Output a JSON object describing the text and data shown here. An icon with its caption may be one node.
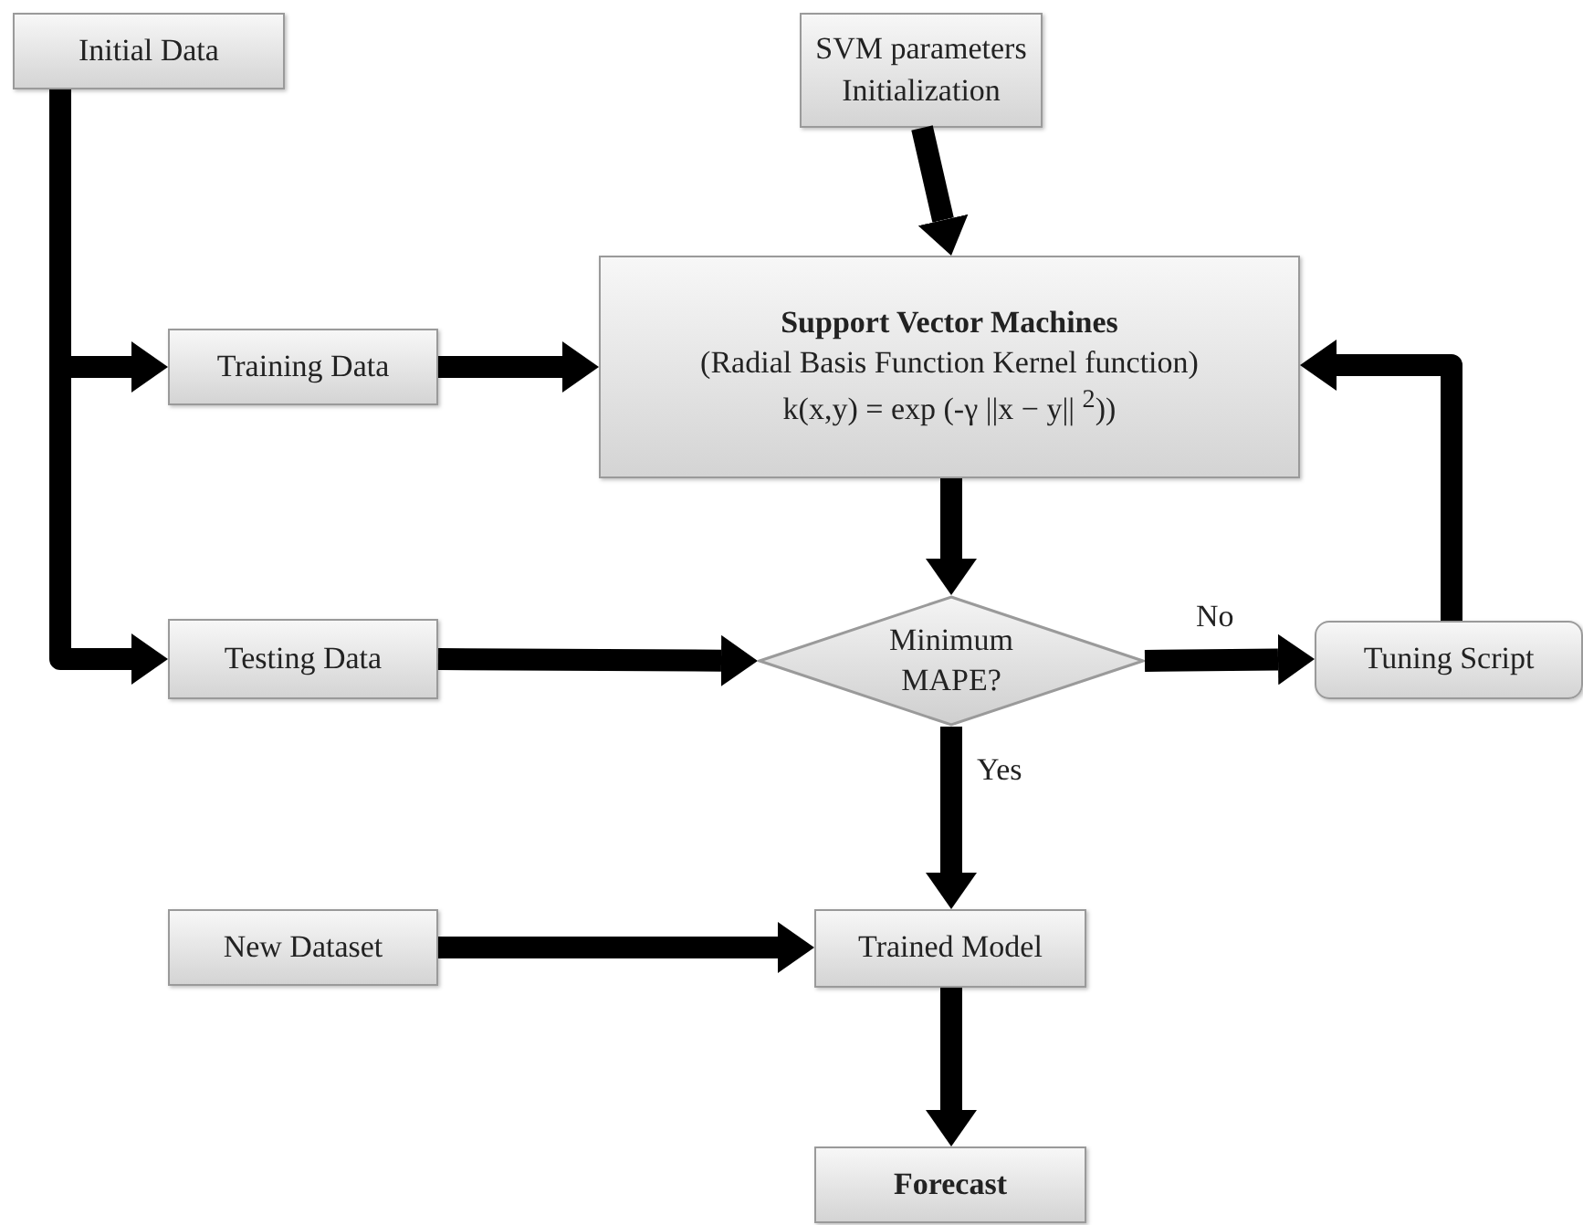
{
  "diagram": {
    "nodes": [
      {
        "text": [
          "Initial Data"
        ]
      },
      {
        "text": [
          "SVM parameters Initialization"
        ]
      },
      {
        "text": [
          "Support Vector Machines",
          "(Radial Basis Function Kernel function)",
          "k(x,y) = exp (-γ ||x − y|| $^{2}$))"
        ]
      },
      {
        "text": [
          "Training Data"
        ]
      },
      {
        "text": [
          "Testing Data"
        ]
      },
      {
        "text": [
          "Minimum MAPE?"
        ]
      },
      {
        "text": [
          "Tuning Script"
        ]
      },
      {
        "text": [
          "New Dataset"
        ]
      },
      {
        "text": [
          "Trained Model"
        ]
      },
      {
        "text": [
          "Forecast"
        ]
      }
    ],
    "edges": [
      {
        "from": 0,
        "to": 3,
        "arrow": "to"
      },
      {
        "from": 0,
        "to": 4,
        "arrow": "to"
      },
      {
        "from": 1,
        "to": 2,
        "arrow": "to"
      },
      {
        "from": 3,
        "to": 2,
        "arrow": "to"
      },
      {
        "from": 4,
        "to": 5,
        "arrow": "to"
      },
      {
        "from": 2,
        "to": 5,
        "arrow": "to"
      },
      {
        "from": 5,
        "to": 6,
        "arrow": "to",
        "label": "No"
      },
      {
        "from": 6,
        "to": 2,
        "arrow": "to"
      },
      {
        "from": 5,
        "to": 8,
        "arrow": "to",
        "label": "Yes"
      },
      {
        "from": 7,
        "to": 8,
        "arrow": "to"
      },
      {
        "from": 8,
        "to": 9,
        "arrow": "to"
      }
    ]
  }
}
